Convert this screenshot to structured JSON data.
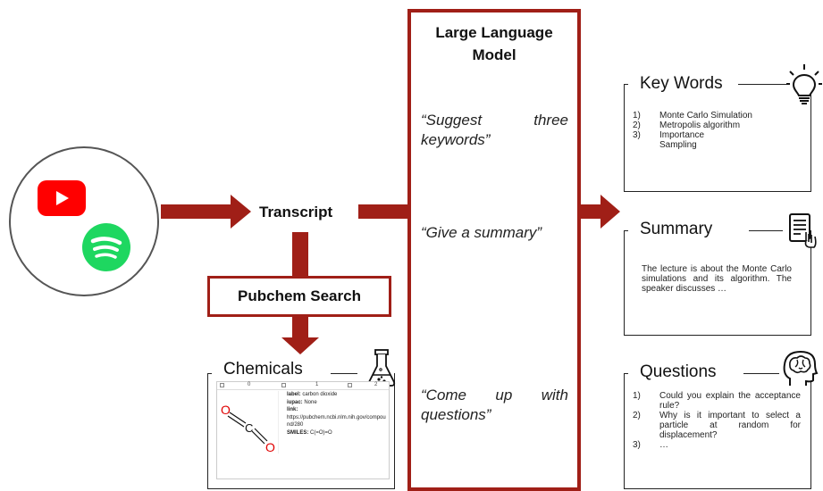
{
  "source": {
    "icons": [
      "youtube-logo",
      "spotify-logo"
    ]
  },
  "transcript": {
    "label": "Transcript"
  },
  "pubchem": {
    "label": "Pubchem Search"
  },
  "llm": {
    "title_line1": "Large Language",
    "title_line2": "Model",
    "prompts": [
      "“Suggest three keywords”",
      "“Give a summary”",
      "“Come up with questions”"
    ]
  },
  "keywords": {
    "title": "Key Words",
    "icon": "lightbulb-icon",
    "items": [
      {
        "num": "1)",
        "text": "Monte Carlo Simulation"
      },
      {
        "num": "2)",
        "text": "Metropolis algorithm"
      },
      {
        "num": "3)",
        "text": "Importance Sampling"
      }
    ]
  },
  "summary": {
    "title": "Summary",
    "icon": "document-hand-icon",
    "text": "The lecture is about the Monte Carlo simulations and its algorithm. The speaker discusses …"
  },
  "questions": {
    "title": "Questions",
    "icon": "brain-head-icon",
    "items": [
      {
        "num": "1)",
        "text": "Could you explain the acceptance rule?"
      },
      {
        "num": "2)",
        "text": "Why is it important to select a particle at random for displacement?"
      },
      {
        "num": "3)",
        "text": "…"
      }
    ]
  },
  "chemicals": {
    "title": "Chemicals",
    "icon": "flask-icon",
    "table_head": [
      "0",
      "1",
      "2"
    ],
    "molecule_atoms": [
      "O",
      "C",
      "O"
    ],
    "label_key": "label:",
    "label_val": " carbon dioxide",
    "iupac_key": "iupac:",
    "iupac_val": " None",
    "link_key": "link:",
    "link_val": "https://pubchem.ncbi.nlm.nih.gov/compound/280",
    "smiles_key": "SMILES:",
    "smiles_val": " C(=O)=O"
  },
  "colors": {
    "accent": "#a01f17",
    "youtube": "#ff0000",
    "spotify": "#1ed760"
  }
}
